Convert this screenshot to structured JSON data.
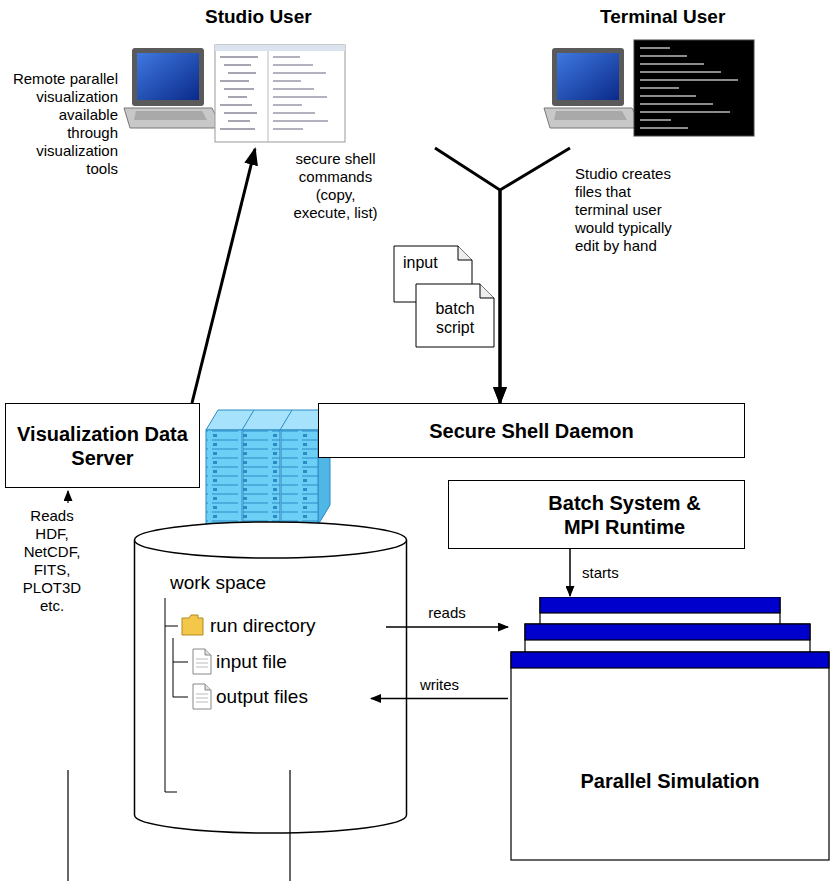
{
  "diagram": {
    "nodes": [
      {
        "text": [
          "Studio User"
        ]
      },
      {
        "text": [
          "Terminal User"
        ]
      },
      {
        "text": [
          "input"
        ]
      },
      {
        "text": [
          "batch script"
        ]
      },
      {
        "text": [
          "Visualization Data Server"
        ]
      },
      {
        "text": [
          "Secure Shell Daemon"
        ]
      },
      {
        "text": [
          "Batch System & MPI Runtime"
        ]
      },
      {
        "text": [
          "work space"
        ]
      },
      {
        "text": [
          "run directory"
        ],
        "in": 7
      },
      {
        "text": [
          "input file"
        ],
        "in": 7
      },
      {
        "text": [
          "output files"
        ],
        "in": 7
      },
      {
        "text": [
          "Parallel Simulation"
        ]
      }
    ],
    "edges": [
      {
        "from": 0,
        "to": 5,
        "arrow": "to"
      },
      {
        "from": 1,
        "to": 5,
        "arrow": "to"
      },
      {
        "from": 4,
        "to": 0,
        "arrow": "to"
      },
      {
        "from": 6,
        "to": 11,
        "label": "starts",
        "arrow": "to"
      },
      {
        "from": 8,
        "to": 11,
        "label": "reads",
        "arrow": "to"
      },
      {
        "from": 11,
        "to": 10,
        "label": "writes",
        "arrow": "to"
      }
    ],
    "labels": [
      "Remote parallel visualization available through visualization tools",
      "secure shell commands (copy, execute, list)",
      "Studio creates files that terminal user would typically edit by hand",
      "Reads HDF, NetCDF, FITS, PLOT3D etc."
    ]
  }
}
